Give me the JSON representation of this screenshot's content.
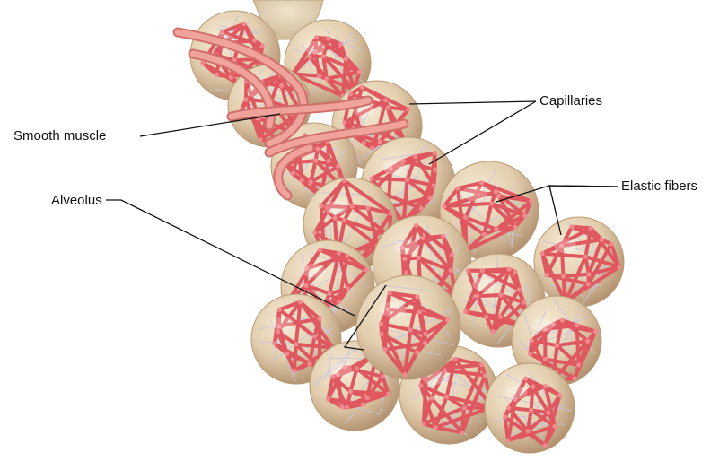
{
  "labels": {
    "capillaries": "Capillaries",
    "smooth_muscle": "Smooth muscle",
    "elastic_fibers": "Elastic fibers",
    "alveolus": "Alveolus"
  },
  "colors": {
    "background": "#ffffff",
    "alveolus_fill": "#e3cfaf",
    "alveolus_shade": "#b99a74",
    "capillary": "#e0585f",
    "capillary_highlight": "#f08a8e",
    "elastic_fiber": "#c8c4dc",
    "smooth_muscle": "#f0a39b",
    "smooth_muscle_edge": "#d06e69",
    "bronchiole": "#ddcfae",
    "leader_line": "#111111"
  }
}
